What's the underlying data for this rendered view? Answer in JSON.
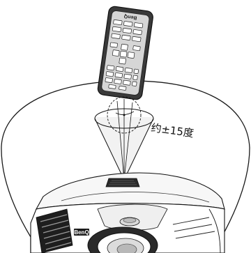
{
  "remote": {
    "brand": "BenQ"
  },
  "projector": {
    "brand": "BenQ"
  },
  "label": {
    "angle_text": "约±15度"
  }
}
